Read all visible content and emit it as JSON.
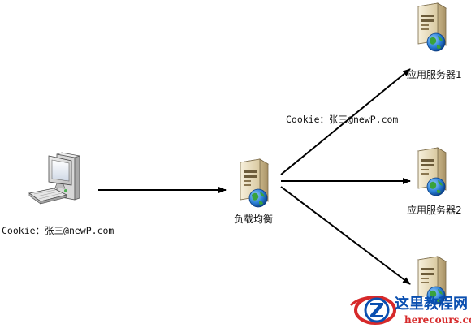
{
  "client": {
    "label": "Cookie：张三@newP.com",
    "icon": "desktop-computer-icon"
  },
  "load_balancer": {
    "label": "负载均衡",
    "icon": "server-globe-icon"
  },
  "servers": [
    {
      "label": "应用服务器1",
      "icon": "server-globe-icon"
    },
    {
      "label": "应用服务器2",
      "icon": "server-globe-icon"
    },
    {
      "label": "",
      "icon": "server-globe-icon"
    }
  ],
  "edge_label": "Cookie：张三@newP.com",
  "watermark": {
    "title": "这里教程网",
    "url": "herecours.com"
  },
  "colors": {
    "arrow": "#000000",
    "server_body": "#e8dcc0",
    "globe": "#2a7fd6",
    "watermark_blue": "#0a4fb0",
    "watermark_red": "#d6292a"
  }
}
